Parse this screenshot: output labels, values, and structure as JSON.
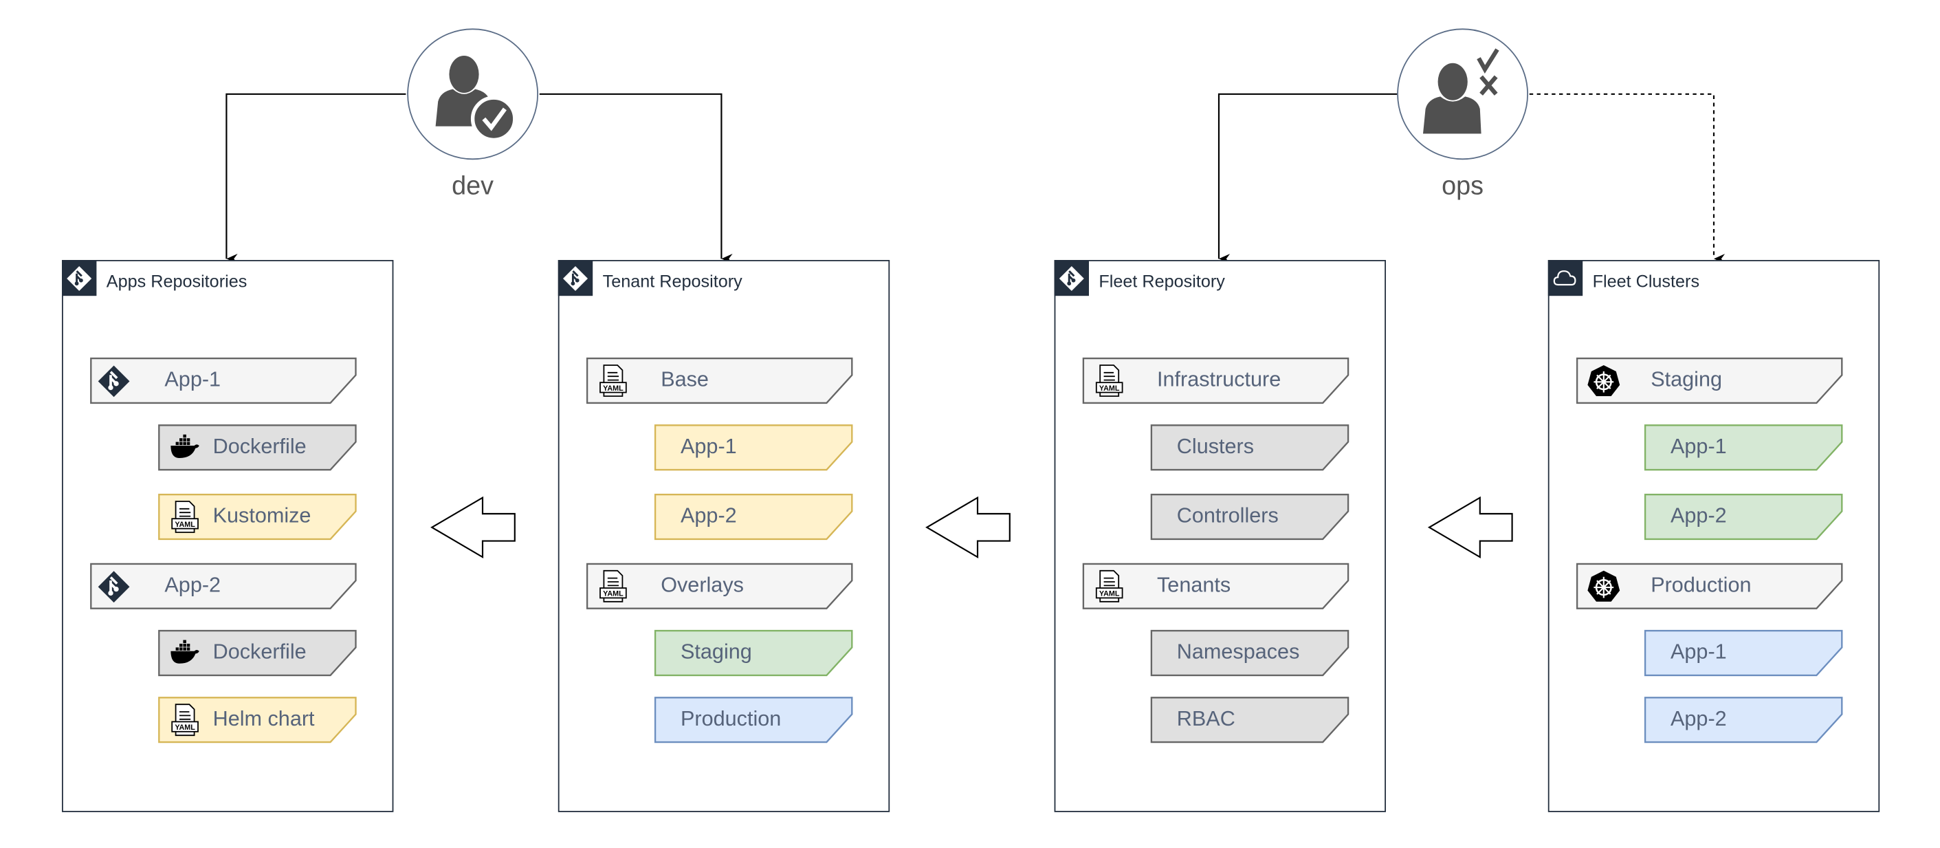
{
  "actors": {
    "dev": {
      "label": "dev",
      "icon": "user-check-icon"
    },
    "ops": {
      "label": "ops",
      "icon": "user-approve-reject-icon"
    }
  },
  "colors": {
    "container_header": "#232F3E",
    "neutral_fill": "#f5f5f5",
    "neutral_stroke": "#666666",
    "gray_fill": "#e0e0e0",
    "yellow_fill": "#fff2cc",
    "yellow_stroke": "#d6b656",
    "green_fill": "#d5e8d4",
    "green_stroke": "#82b366",
    "blue_fill": "#dae8fc",
    "blue_stroke": "#6c8ebf",
    "text": "#56637a"
  },
  "containers": [
    {
      "title": "Apps Repositories",
      "icon": "git-icon",
      "items": [
        {
          "label": "App-1",
          "icon": "git-icon",
          "style": "neutral",
          "level": 0
        },
        {
          "label": "Dockerfile",
          "icon": "docker-icon",
          "style": "gray",
          "level": 1
        },
        {
          "label": "Kustomize",
          "icon": "yaml-icon",
          "style": "yellow",
          "level": 1
        },
        {
          "label": "App-2",
          "icon": "git-icon",
          "style": "neutral",
          "level": 0
        },
        {
          "label": "Dockerfile",
          "icon": "docker-icon",
          "style": "gray",
          "level": 1
        },
        {
          "label": "Helm chart",
          "icon": "yaml-icon",
          "style": "yellow",
          "level": 1
        }
      ]
    },
    {
      "title": "Tenant Repository",
      "icon": "git-icon",
      "items": [
        {
          "label": "Base",
          "icon": "yaml-icon",
          "style": "neutral",
          "level": 0
        },
        {
          "label": "App-1",
          "icon": "",
          "style": "yellow",
          "level": 1
        },
        {
          "label": "App-2",
          "icon": "",
          "style": "yellow",
          "level": 1
        },
        {
          "label": "Overlays",
          "icon": "yaml-icon",
          "style": "neutral",
          "level": 0
        },
        {
          "label": "Staging",
          "icon": "",
          "style": "green",
          "level": 1
        },
        {
          "label": "Production",
          "icon": "",
          "style": "blue",
          "level": 1
        }
      ]
    },
    {
      "title": "Fleet Repository",
      "icon": "git-icon",
      "items": [
        {
          "label": "Infrastructure",
          "icon": "yaml-icon",
          "style": "neutral",
          "level": 0
        },
        {
          "label": "Clusters",
          "icon": "",
          "style": "gray",
          "level": 1
        },
        {
          "label": "Controllers",
          "icon": "",
          "style": "gray",
          "level": 1
        },
        {
          "label": "Tenants",
          "icon": "yaml-icon",
          "style": "neutral",
          "level": 0
        },
        {
          "label": "Namespaces",
          "icon": "",
          "style": "gray",
          "level": 1
        },
        {
          "label": "RBAC",
          "icon": "",
          "style": "gray",
          "level": 1
        }
      ]
    },
    {
      "title": "Fleet Clusters",
      "icon": "cloud-icon",
      "items": [
        {
          "label": "Staging",
          "icon": "kubernetes-icon",
          "style": "neutral",
          "level": 0
        },
        {
          "label": "App-1",
          "icon": "",
          "style": "green",
          "level": 1
        },
        {
          "label": "App-2",
          "icon": "",
          "style": "green",
          "level": 1
        },
        {
          "label": "Production",
          "icon": "kubernetes-icon",
          "style": "neutral",
          "level": 0
        },
        {
          "label": "App-1",
          "icon": "",
          "style": "blue",
          "level": 1
        },
        {
          "label": "App-2",
          "icon": "",
          "style": "blue",
          "level": 1
        }
      ]
    }
  ]
}
